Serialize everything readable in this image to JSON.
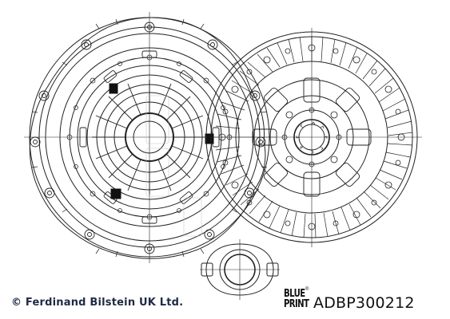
{
  "copyright": "© Ferdinand Bilstein UK Ltd.",
  "brand": {
    "line1": "BLUE",
    "line2": "PRINT",
    "mark": "®"
  },
  "part_number": "ADBP300212",
  "watermark_logo": "blue-print-watermark",
  "components": [
    "clutch-pressure-plate",
    "clutch-disc",
    "release-bearing"
  ]
}
